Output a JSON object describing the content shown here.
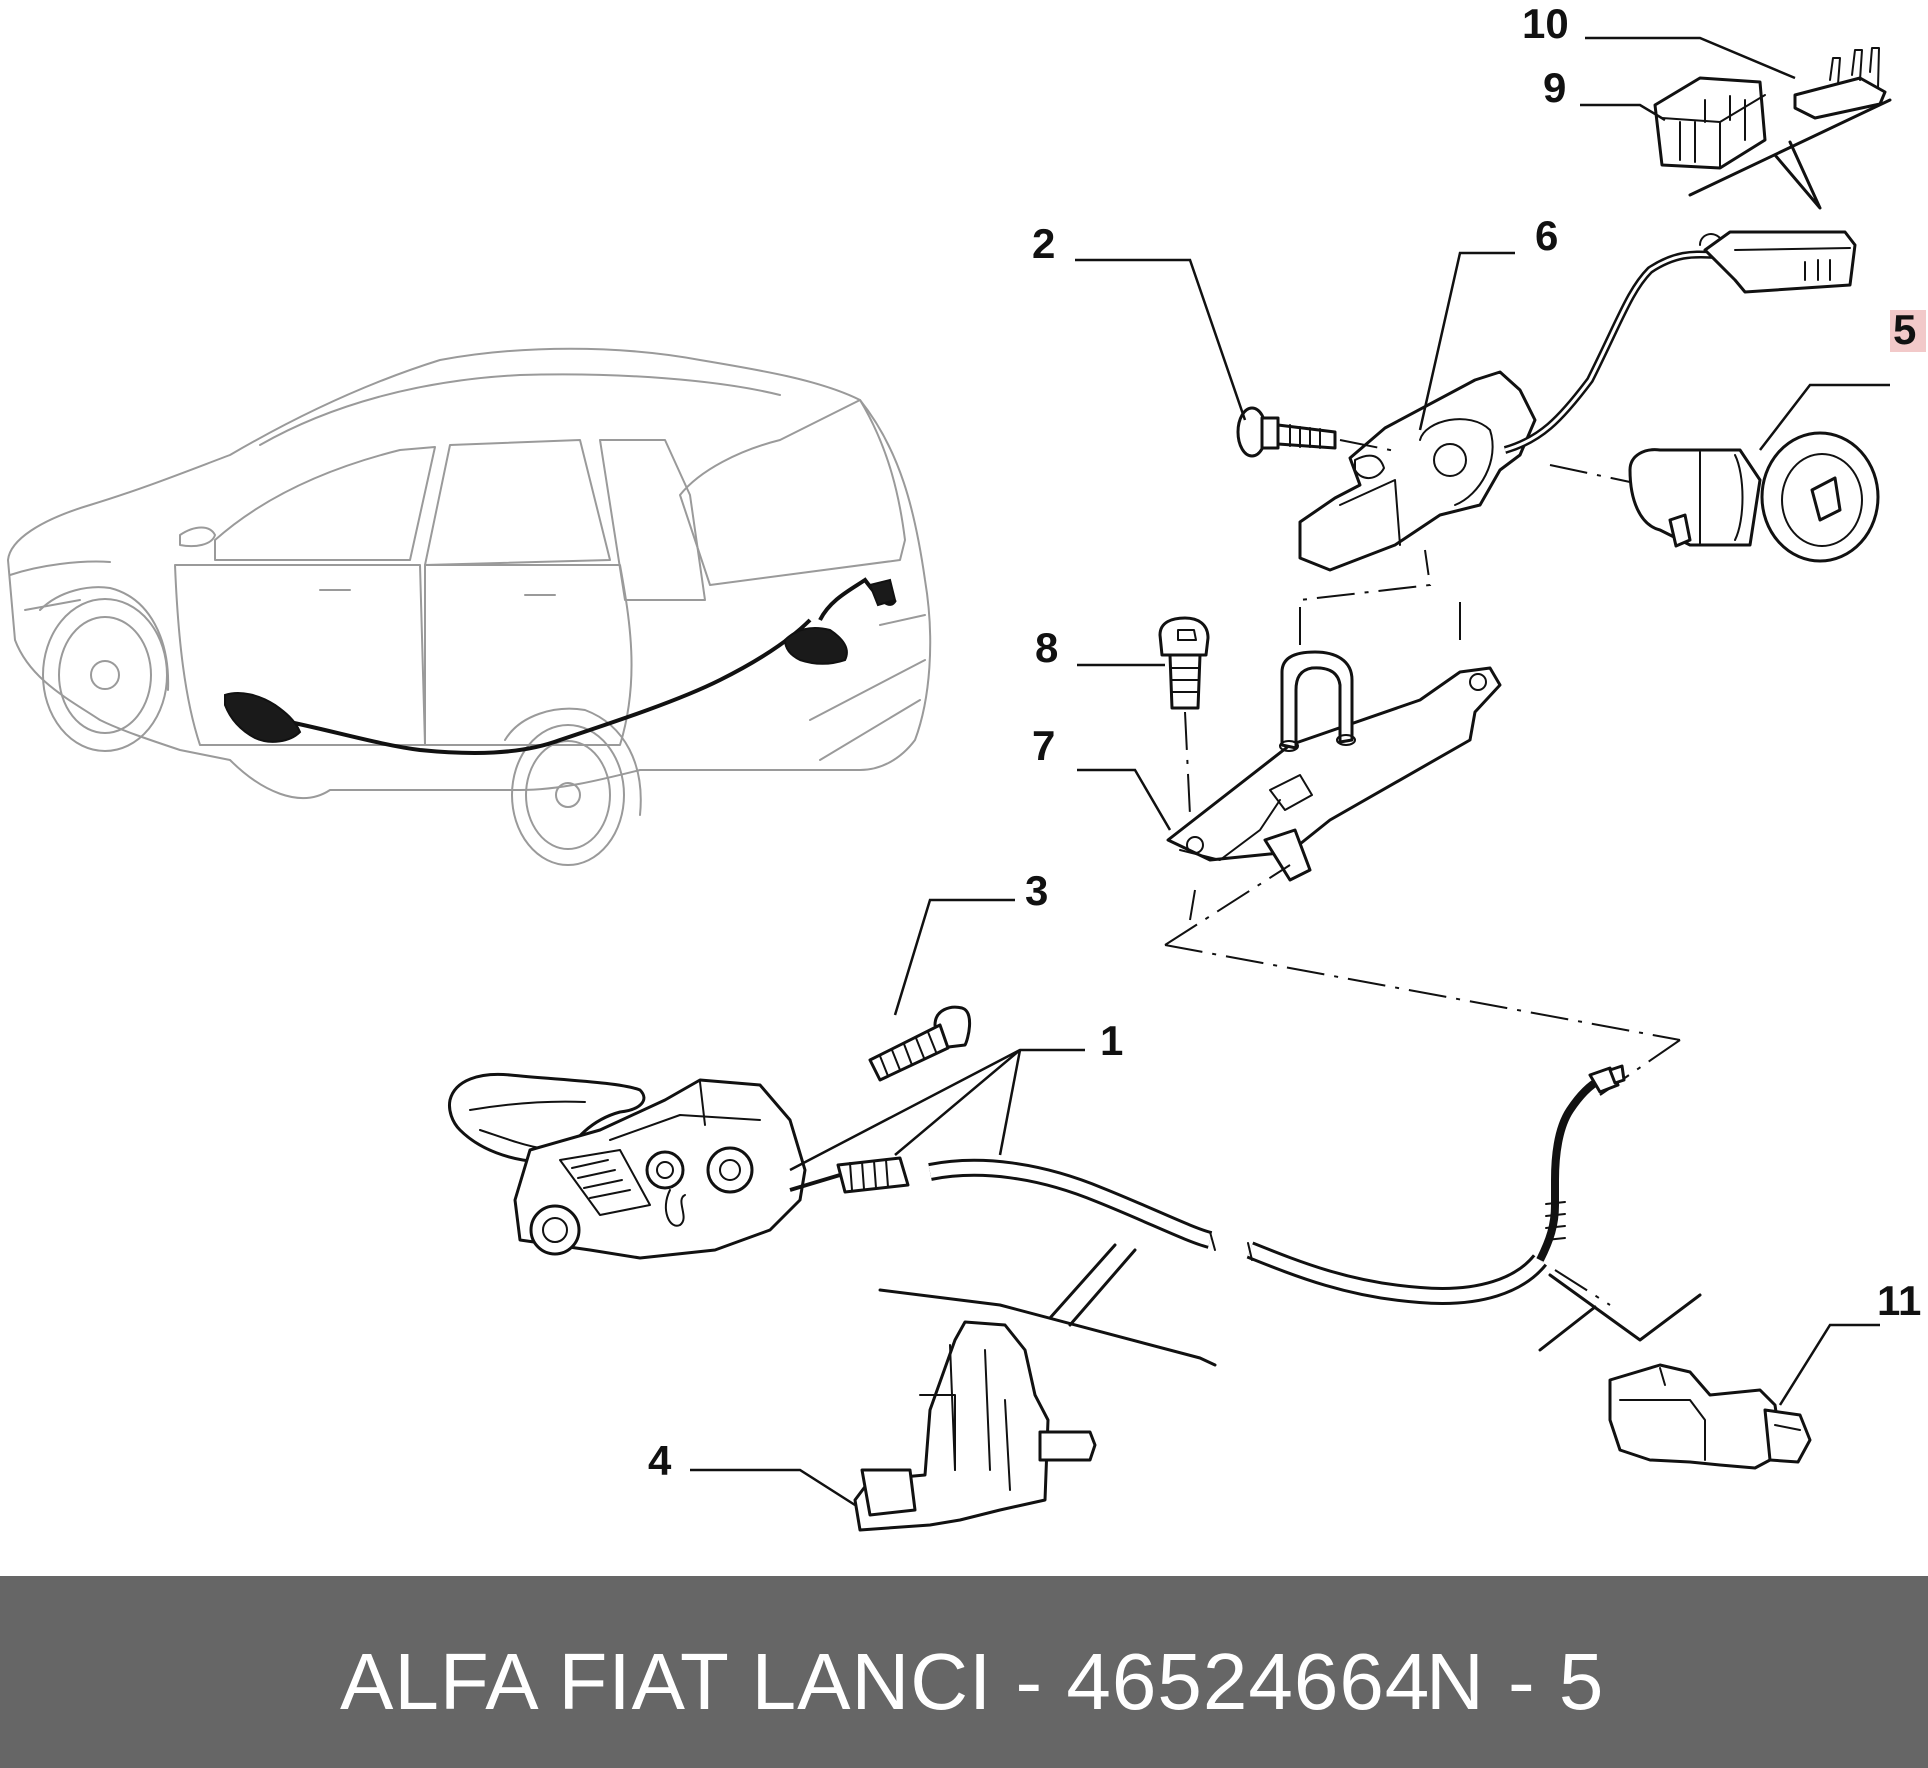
{
  "callouts": {
    "c1": "1",
    "c2": "2",
    "c3": "3",
    "c4": "4",
    "c5": "5",
    "c6": "6",
    "c7": "7",
    "c8": "8",
    "c9": "9",
    "c10": "10",
    "c11": "11"
  },
  "highlighted_callout": "5",
  "footer": {
    "part_text": "ALFA FIAT LANCI - 46524664",
    "page_text": "N - 5"
  },
  "colors": {
    "footer_background": "#666666",
    "footer_text": "#ffffff",
    "highlight": "#f2c9c9",
    "line_art": "#111111",
    "car_outline": "#9a9a9a"
  }
}
